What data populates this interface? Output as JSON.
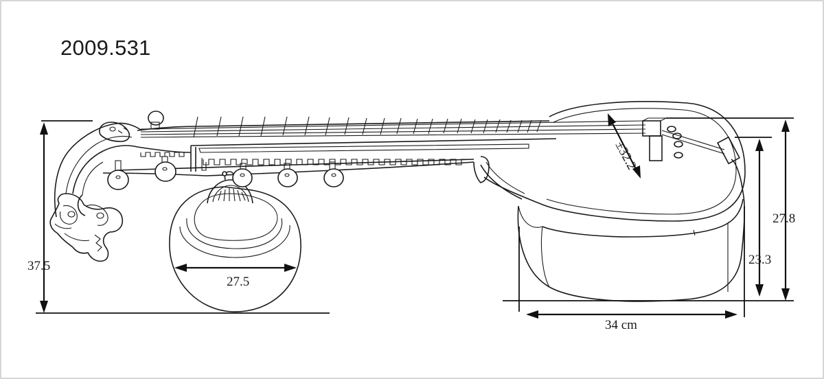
{
  "catalog_number": "2009.531",
  "border_color": "#c8c8c8",
  "ink_color": "#1a1a1a",
  "dimensions": {
    "total_height": "37.5",
    "gourd_width": "27.5",
    "body_length": "34 cm",
    "body_height": "23.3",
    "overall_body_height": "27.8",
    "rosette_diameter": "±32.2"
  }
}
